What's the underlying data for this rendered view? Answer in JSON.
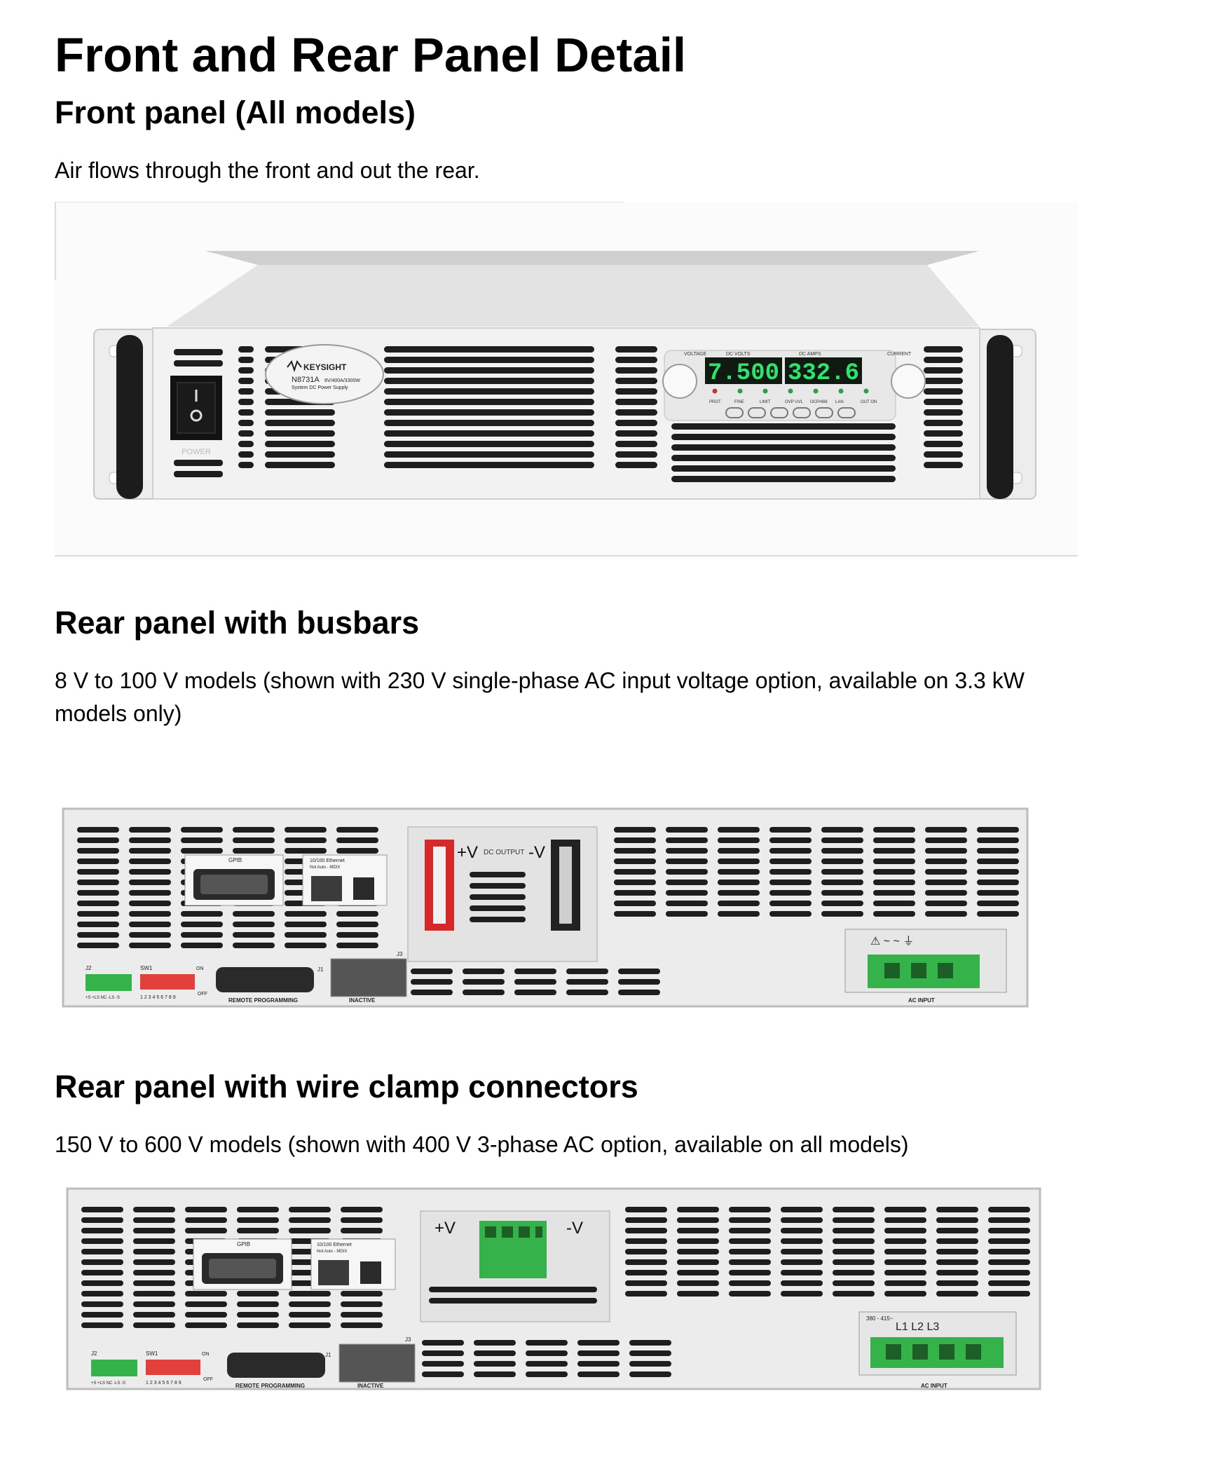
{
  "title": "Front and Rear Panel Detail",
  "sections": [
    {
      "heading": "Front panel (All models)",
      "description": "Air flows through the front and out the rear."
    },
    {
      "heading": "Rear panel with busbars",
      "description": "8 V to 100 V models (shown with 230 V single-phase AC input voltage option, available on 3.3 kW models only)"
    },
    {
      "heading": "Rear panel with wire clamp connectors",
      "description": "150 V to 600 V models (shown with 400 V 3-phase AC option, available on all models)"
    }
  ],
  "front_panel": {
    "brand": "KEYSIGHT",
    "model": "N8731A",
    "rating": "8V/400A/3300W",
    "subtitle": "System DC Power Supply",
    "switch_label": "POWER",
    "voltage_label": "VOLTAGE",
    "current_label": "CURRENT",
    "volts_label": "DC VOLTS",
    "amps_label": "DC AMPS",
    "volts_display": "7.500",
    "amps_display": "332.6",
    "indicators": [
      "PROT",
      "FINE",
      "LIMIT",
      "OVP UVL",
      "OCP/488",
      "LAN",
      "OUT ON"
    ]
  },
  "rear_busbar": {
    "gpib": "GPIB",
    "ethernet": "10/100 Ethernet",
    "ethernet_sub": "Not Auto - MDIX",
    "plus_v": "+V",
    "dc_output": "DC OUTPUT",
    "minus_v": "-V",
    "j2": "J2",
    "sense_pins": "+S +LS NC -LS -S",
    "sw1": "SW1",
    "on": "ON",
    "off": "OFF",
    "dip_numbers": "1 2 3 4 5 6 7 8 9",
    "j1": "J1",
    "j3": "J3",
    "remote": "REMOTE PROGRAMMING",
    "inactive": "INACTIVE",
    "ac_input": "AC INPUT",
    "ac_symbols": "⚠ ~ ~ ⏚"
  },
  "rear_clamp": {
    "gpib": "GPIB",
    "ethernet": "10/100 Ethernet",
    "ethernet_sub": "Not Auto - MDIX",
    "plus_v": "+V",
    "minus_v": "-V",
    "j2": "J2",
    "sense_pins": "+S +LS NC -LS -S",
    "sw1": "SW1",
    "on": "ON",
    "off": "OFF",
    "dip_numbers": "1 2 3 4 5 6 7 8 9",
    "j1": "J1",
    "j3": "J3",
    "remote": "REMOTE PROGRAMMING",
    "inactive": "INACTIVE",
    "ac_input": "AC INPUT",
    "ac_range": "380 - 415~",
    "phases": "L1  L2  L3"
  },
  "colors": {
    "chassis": "#e9e9e9",
    "vent": "#1e1e1e",
    "display_green": "#2fe36a",
    "terminal_green": "#35b34a",
    "busbar_red": "#d62828"
  }
}
